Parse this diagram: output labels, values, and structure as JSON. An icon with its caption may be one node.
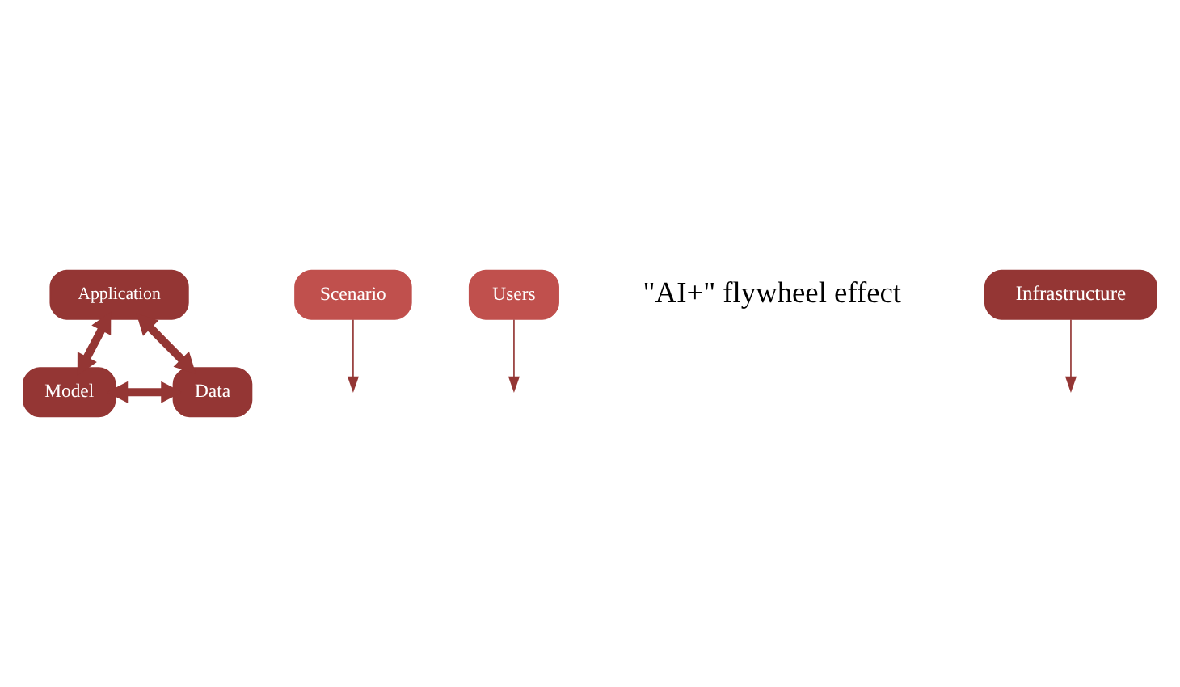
{
  "diagram": {
    "nodes": [
      {
        "text": [
          "Application"
        ]
      },
      {
        "text": [
          "Scenario"
        ]
      },
      {
        "text": [
          "Users"
        ]
      },
      {
        "text": [
          "\"AI+\" flywheel effect"
        ]
      },
      {
        "text": [
          "Model"
        ]
      },
      {
        "text": [
          "Data"
        ]
      },
      {
        "text": [
          "Infrastructure"
        ]
      }
    ],
    "edges": [
      {
        "from": 0,
        "to": 4,
        "arrow": "both",
        "style": "thick"
      },
      {
        "from": 0,
        "to": 5,
        "arrow": "both",
        "style": "thick"
      },
      {
        "from": 4,
        "to": 5,
        "arrow": "both",
        "style": "thick"
      },
      {
        "from": 1,
        "to": null,
        "arrow": "to"
      },
      {
        "from": 2,
        "to": null,
        "arrow": "to"
      },
      {
        "from": 6,
        "to": null,
        "arrow": "to"
      }
    ]
  }
}
